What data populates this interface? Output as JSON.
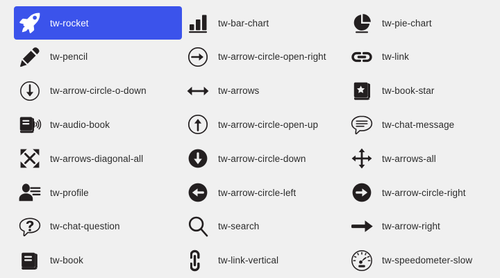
{
  "page": {
    "background_color": "#f0f0f0",
    "text_color": "#2b2b2b",
    "selected_background_color": "#3b53eb",
    "selected_text_color": "#ffffff",
    "icon_color": "#231f20",
    "columns": 3,
    "rows": 8
  },
  "icons": [
    {
      "label": "tw-rocket",
      "icon": "rocket-icon",
      "selected": true
    },
    {
      "label": "tw-bar-chart",
      "icon": "bar-chart-icon",
      "selected": false
    },
    {
      "label": "tw-pie-chart",
      "icon": "pie-chart-icon",
      "selected": false
    },
    {
      "label": "tw-pencil",
      "icon": "pencil-icon",
      "selected": false
    },
    {
      "label": "tw-arrow-circle-open-right",
      "icon": "arrow-circle-open-right-icon",
      "selected": false
    },
    {
      "label": "tw-link",
      "icon": "link-icon",
      "selected": false
    },
    {
      "label": "tw-arrow-circle-o-down",
      "icon": "arrow-circle-o-down-icon",
      "selected": false
    },
    {
      "label": "tw-arrows",
      "icon": "arrows-icon",
      "selected": false
    },
    {
      "label": "tw-book-star",
      "icon": "book-star-icon",
      "selected": false
    },
    {
      "label": "tw-audio-book",
      "icon": "audio-book-icon",
      "selected": false
    },
    {
      "label": "tw-arrow-circle-open-up",
      "icon": "arrow-circle-open-up-icon",
      "selected": false
    },
    {
      "label": "tw-chat-message",
      "icon": "chat-message-icon",
      "selected": false
    },
    {
      "label": "tw-arrows-diagonal-all",
      "icon": "arrows-diagonal-all-icon",
      "selected": false
    },
    {
      "label": "tw-arrow-circle-down",
      "icon": "arrow-circle-down-icon",
      "selected": false
    },
    {
      "label": "tw-arrows-all",
      "icon": "arrows-all-icon",
      "selected": false
    },
    {
      "label": "tw-profile",
      "icon": "profile-icon",
      "selected": false
    },
    {
      "label": "tw-arrow-circle-left",
      "icon": "arrow-circle-left-icon",
      "selected": false
    },
    {
      "label": "tw-arrow-circle-right",
      "icon": "arrow-circle-right-icon",
      "selected": false
    },
    {
      "label": "tw-chat-question",
      "icon": "chat-question-icon",
      "selected": false
    },
    {
      "label": "tw-search",
      "icon": "search-icon",
      "selected": false
    },
    {
      "label": "tw-arrow-right",
      "icon": "arrow-right-icon",
      "selected": false
    },
    {
      "label": "tw-book",
      "icon": "book-icon",
      "selected": false
    },
    {
      "label": "tw-link-vertical",
      "icon": "link-vertical-icon",
      "selected": false
    },
    {
      "label": "tw-speedometer-slow",
      "icon": "speedometer-slow-icon",
      "selected": false
    }
  ]
}
